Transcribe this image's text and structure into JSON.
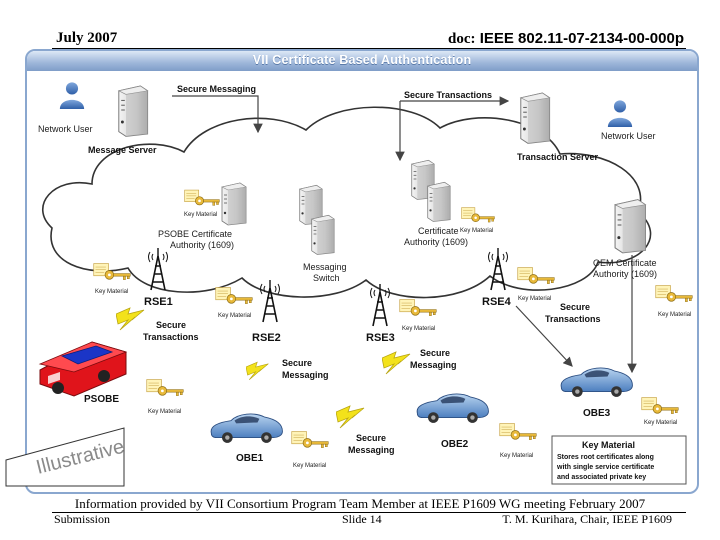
{
  "header": {
    "date": "July 2007",
    "doc_label": "doc:",
    "doc_id": "IEEE 802.11-07-2134-00-000p"
  },
  "title": "VII Certificate Based Authentication",
  "nodes": {
    "network_user_left": "Network User",
    "message_server": "Message Server",
    "network_user_right": "Network User",
    "transaction_server": "Transaction Server",
    "psobe_ca_1": "PSOBE Certificate",
    "psobe_ca_2": "Authority (1609)",
    "messaging_switch_1": "Messaging",
    "messaging_switch_2": "Switch",
    "cert_authority_1": "Certificate",
    "cert_authority_2": "Authority (1609)",
    "oem_ca_1": "OEM Certificate",
    "oem_ca_2": "Authority (1609)",
    "rse1": "RSE1",
    "rse2": "RSE2",
    "rse3": "RSE3",
    "rse4": "RSE4",
    "psobe": "PSOBE",
    "obe1": "OBE1",
    "obe2": "OBE2",
    "obe3": "OBE3"
  },
  "flows": {
    "secure_messaging_top": "Secure Messaging",
    "secure_transactions_top": "Secure Transactions",
    "st_left_1": "Secure",
    "st_left_2": "Transactions",
    "sm_rse2_1": "Secure",
    "sm_rse2_2": "Messaging",
    "sm_rse3_1": "Secure",
    "sm_rse3_2": "Messaging",
    "st_right_1": "Secure",
    "st_right_2": "Transactions",
    "sm_bottom_1": "Secure",
    "sm_bottom_2": "Messaging"
  },
  "key_material_label": "Key Material",
  "key_box": {
    "title": "Key Material",
    "line1": "Stores root certificates along",
    "line2": "with single service certificate",
    "line3": "and associated private key"
  },
  "watermark": "Illustrative",
  "footer": {
    "info": "Information provided by VII Consortium Program Team Member at IEEE P1609 WG meeting February 2007",
    "left": "Submission",
    "slide": "Slide 14",
    "right": "T. M. Kurihara, Chair, IEEE P1609"
  }
}
